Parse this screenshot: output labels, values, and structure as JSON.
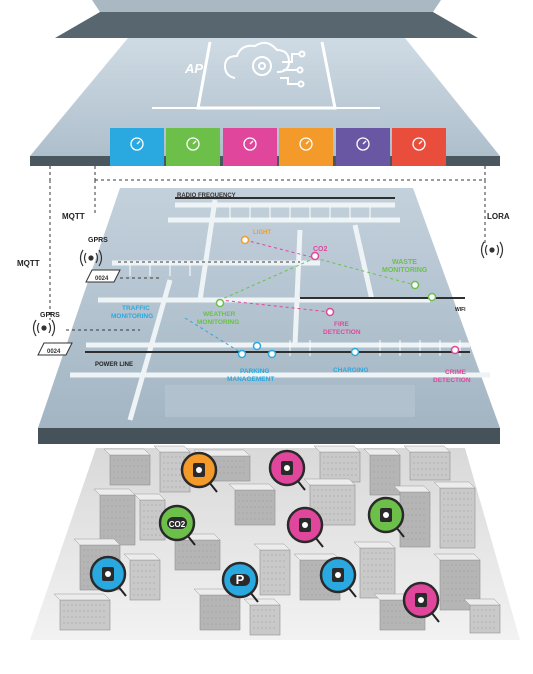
{
  "colors": {
    "slab_top": "#bfcfdc",
    "slab_mid": "#a9bcc9",
    "slab_edge": "#46525a",
    "roads": "#e9eef2",
    "network_line": "#333333",
    "green": "#6cc04a",
    "pink": "#e0479c",
    "blue": "#2aa9e0",
    "orange": "#f39a2a",
    "violet": "#6a57a4",
    "red": "#e94e3d"
  },
  "api": {
    "label": "API",
    "icon": "cloud-gear-circuit-icon"
  },
  "modules": [
    {
      "name": "module-blue",
      "color": "#2aa9e0",
      "icon": "gauge-icon"
    },
    {
      "name": "module-green",
      "color": "#6cc04a",
      "icon": "gauge-icon"
    },
    {
      "name": "module-pink",
      "color": "#e0479c",
      "icon": "gauge-icon"
    },
    {
      "name": "module-orange",
      "color": "#f39a2a",
      "icon": "gauge-icon"
    },
    {
      "name": "module-violet",
      "color": "#6a57a4",
      "icon": "sensor-icon"
    },
    {
      "name": "module-red",
      "color": "#e94e3d",
      "icon": "trash-can-icon"
    }
  ],
  "network": {
    "mqtt_top": "MQTT",
    "mqtt_left": "MQTT",
    "gprs_top": "GPRS",
    "gprs_left": "GPRS",
    "lora": "LORA",
    "radio_frequency": "RADIO FREQUENCY",
    "power_line": "POWER LINE",
    "wifi": "WIFI",
    "gw_top": "0024",
    "gw_left": "0024"
  },
  "sensors": {
    "co2": "CO2",
    "waste_1": "WASTE",
    "waste_2": "MONITORING",
    "traffic_1": "TRAFFIC",
    "traffic_2": "MONITORING",
    "weather_1": "WEATHER",
    "weather_2": "MONITORING",
    "fire_1": "FIRE",
    "fire_2": "DETECTION",
    "parking_1": "PARKING",
    "parking_2": "MANAGEMENT",
    "charging": "CHARGING",
    "crime_1": "CRIME",
    "crime_2": "DETECTION",
    "light": "LIGHT"
  },
  "city_icons": [
    {
      "name": "smart-meter-pin",
      "color": "#f39a2a",
      "icon": "smart-meter-icon"
    },
    {
      "name": "car-crash-pin",
      "color": "#e0479c",
      "icon": "car-crash-icon"
    },
    {
      "name": "co2-cloud-pin",
      "color": "#6cc04a",
      "icon": "co2-cloud-icon",
      "text": "CO2"
    },
    {
      "name": "fire-pin",
      "color": "#e0479c",
      "icon": "flame-icon"
    },
    {
      "name": "waste-bin-pin",
      "color": "#6cc04a",
      "icon": "trash-bin-icon"
    },
    {
      "name": "traffic-pin",
      "color": "#2aa9e0",
      "icon": "cars-icon"
    },
    {
      "name": "parking-pin",
      "color": "#2aa9e0",
      "icon": "parking-icon",
      "text": "P"
    },
    {
      "name": "ev-charging-pin",
      "color": "#2aa9e0",
      "icon": "ev-charger-icon"
    },
    {
      "name": "crime-pin",
      "color": "#e0479c",
      "icon": "thief-icon"
    }
  ]
}
